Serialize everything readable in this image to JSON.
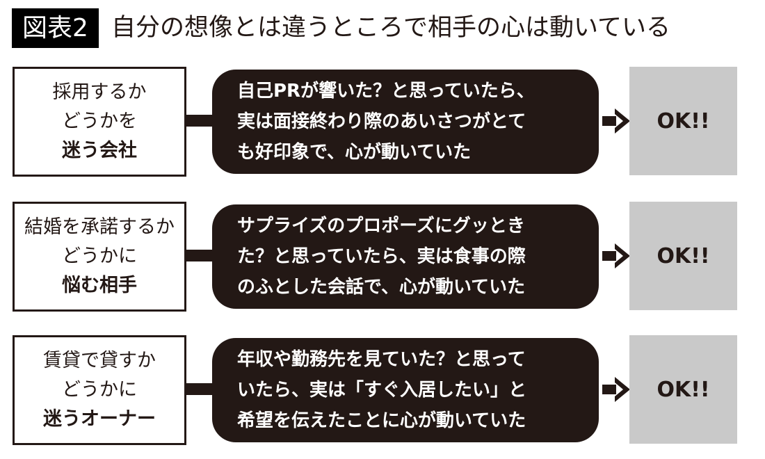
{
  "header": {
    "tag": "図表2",
    "title": "自分の想像とは違うところで相手の心は動いている"
  },
  "rows": [
    {
      "left": [
        "採用するか",
        "どうかを",
        "迷う会社"
      ],
      "bubble": [
        "自己PRが響いた？と思っていたら、",
        "実は面接終わり際のあいさつがとて",
        "も好印象で、心が動いていた"
      ],
      "result": "OK!!"
    },
    {
      "left": [
        "結婚を承諾するか",
        "どうかに",
        "悩む相手"
      ],
      "bubble": [
        "サプライズのプロポーズにグッとき",
        "た？と思っていたら、実は食事の際",
        "のふとした会話で、心が動いていた"
      ],
      "result": "OK!!"
    },
    {
      "left": [
        "賃貸で貸すか",
        "どうかに",
        "迷うオーナー"
      ],
      "bubble": [
        "年収や勤務先を見ていた？と思って",
        "いたら、実は「すぐ入居したい」と",
        "希望を伝えたことに心が動いていた"
      ],
      "result": "OK!!"
    }
  ]
}
